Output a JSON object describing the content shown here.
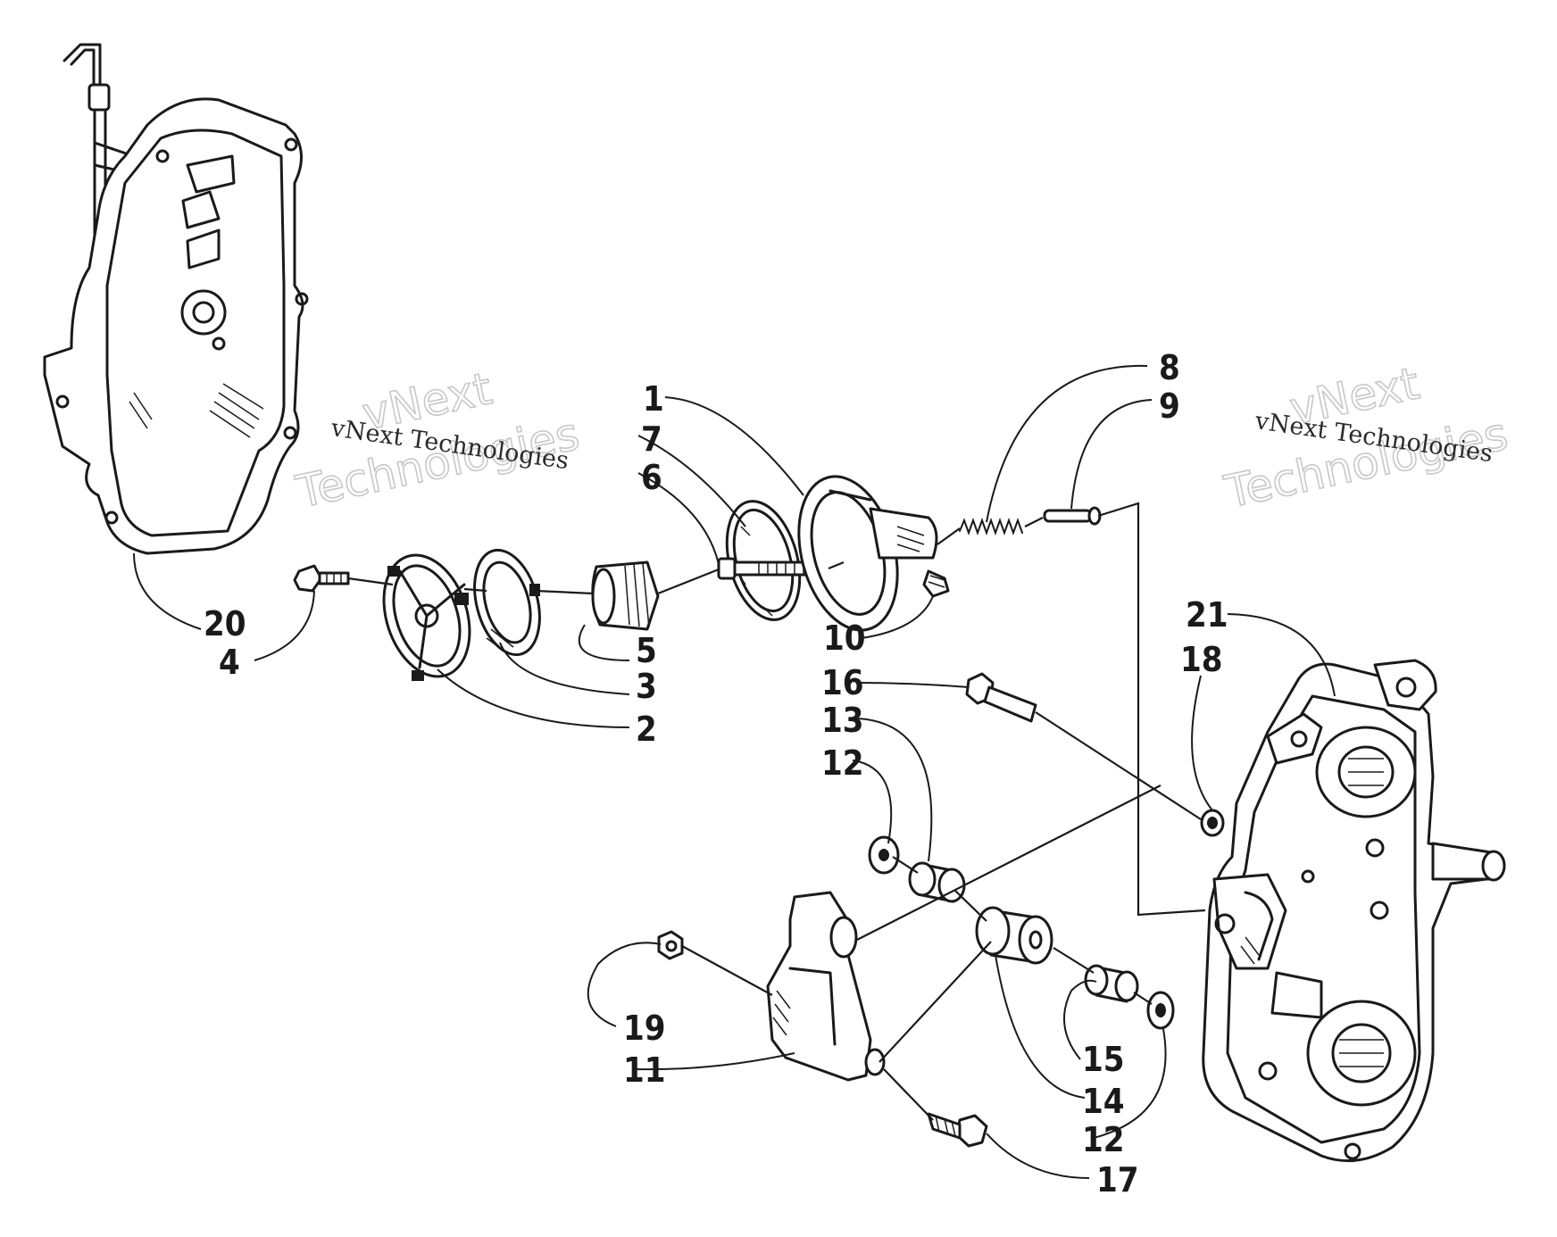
{
  "watermarks": [
    {
      "small": "vNext Technologies",
      "big_line1": "vNext",
      "big_line2": "Technologies"
    },
    {
      "small": "vNext Technologies",
      "big_line1": "vNext",
      "big_line2": "Technologies"
    }
  ],
  "callouts": {
    "n1": "1",
    "n2": "2",
    "n3": "3",
    "n4": "4",
    "n5": "5",
    "n6": "6",
    "n7": "7",
    "n8": "8",
    "n9": "9",
    "n10": "10",
    "n11": "11",
    "n12a": "12",
    "n12b": "12",
    "n13": "13",
    "n14": "14",
    "n15": "15",
    "n16": "16",
    "n17": "17",
    "n18": "18",
    "n19": "19",
    "n20": "20",
    "n21": "21"
  }
}
